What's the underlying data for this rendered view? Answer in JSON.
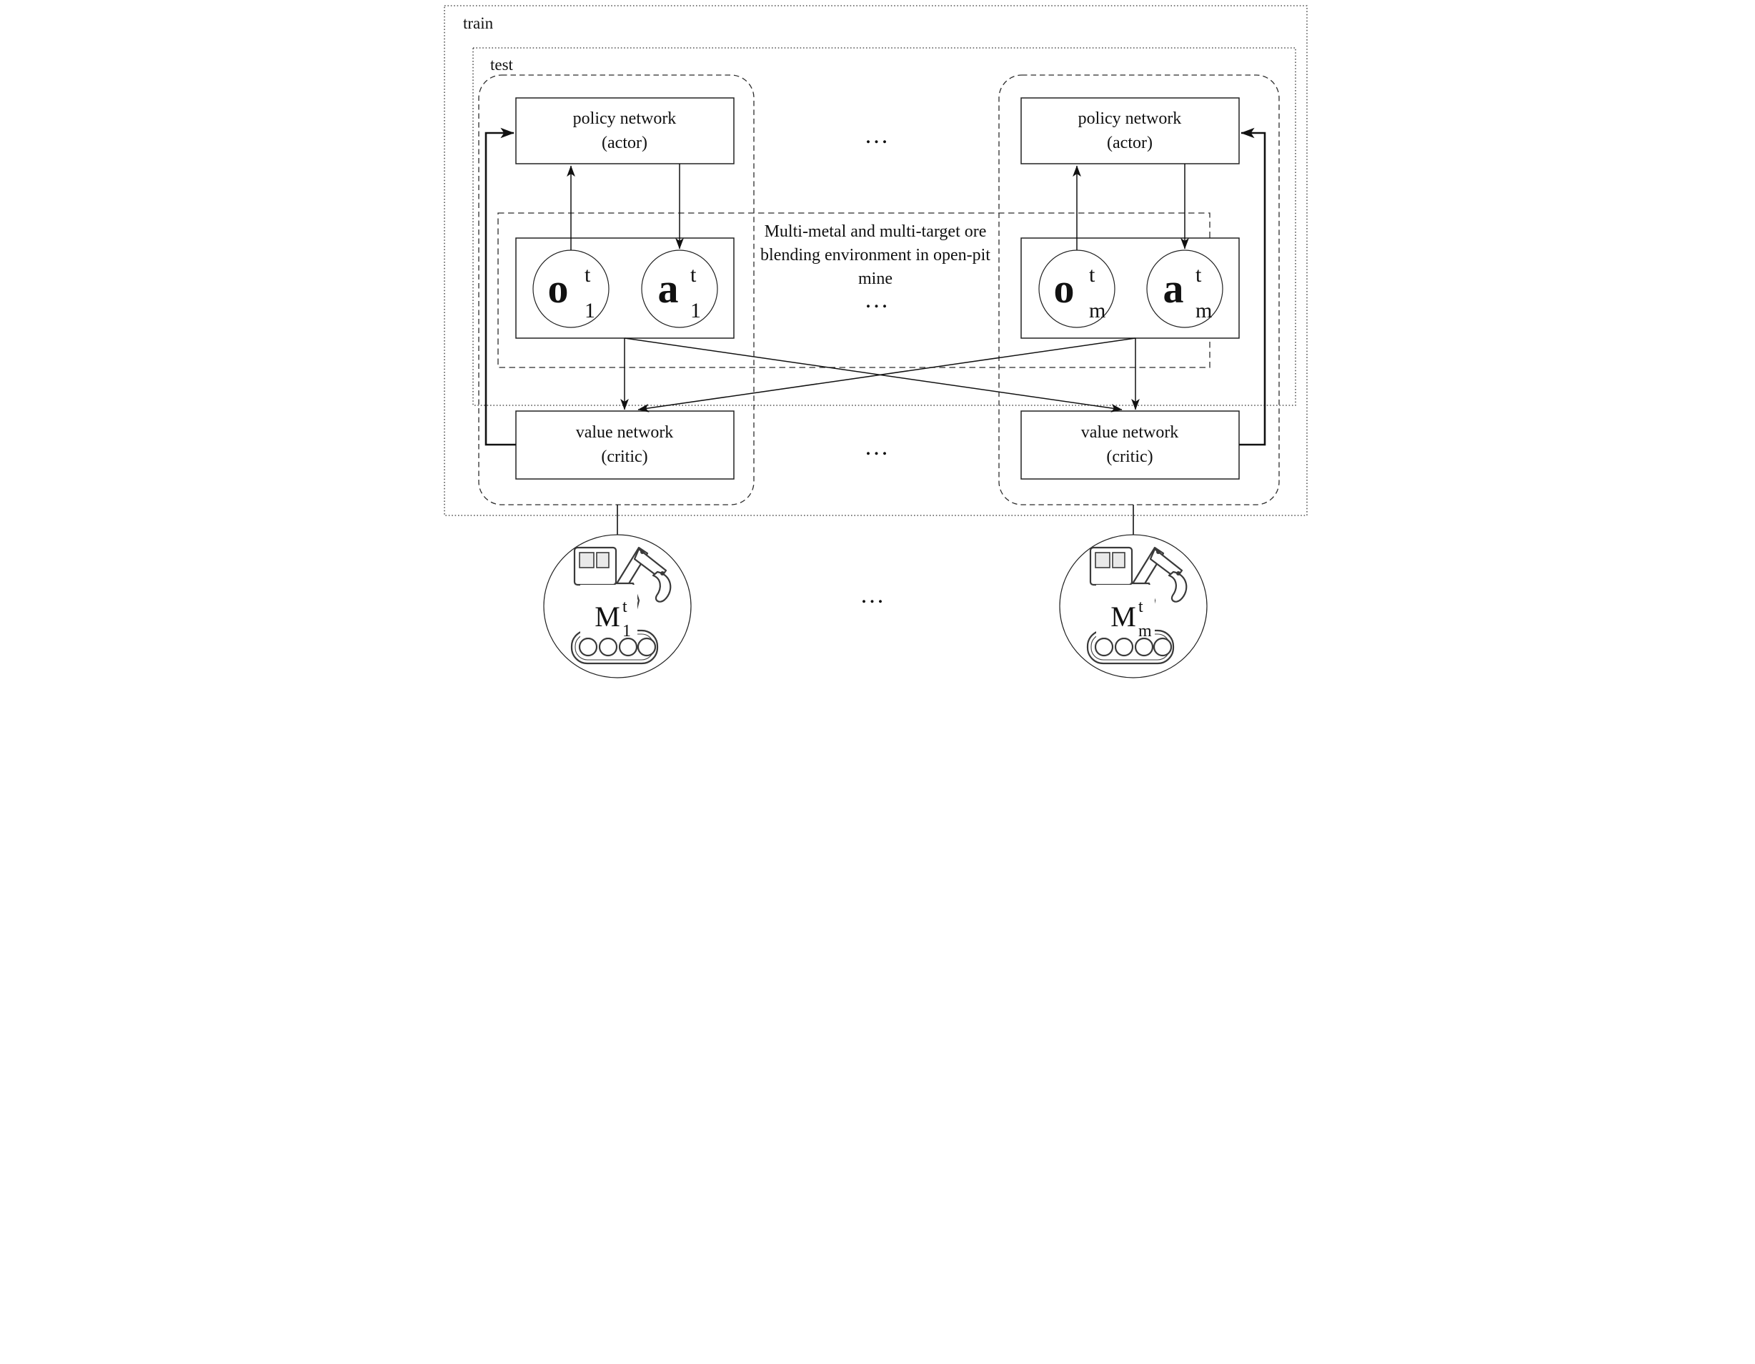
{
  "diagram": {
    "train_label": "train",
    "test_label": "test",
    "ellipsis": "...",
    "environment": {
      "line1": "Multi-metal and multi-target ore",
      "line2": "blending environment in open-pit",
      "line3": "mine"
    },
    "agent_left": {
      "policy_line1": "policy network",
      "policy_line2": "(actor)",
      "value_line1": "value network",
      "value_line2": "(critic)",
      "obs_base": "o",
      "obs_sup": "t",
      "obs_sub": "1",
      "act_base": "a",
      "act_sup": "t",
      "act_sub": "1",
      "machine_base": "M",
      "machine_sup": "t",
      "machine_sub": "1"
    },
    "agent_right": {
      "policy_line1": "policy network",
      "policy_line2": "(actor)",
      "value_line1": "value network",
      "value_line2": "(critic)",
      "obs_base": "o",
      "obs_sup": "t",
      "obs_sub": "m",
      "act_base": "a",
      "act_sup": "t",
      "act_sub": "m",
      "machine_base": "M",
      "machine_sup": "t",
      "machine_sub": "m"
    },
    "colors": {
      "line": "#111111",
      "background": "#ffffff"
    }
  }
}
